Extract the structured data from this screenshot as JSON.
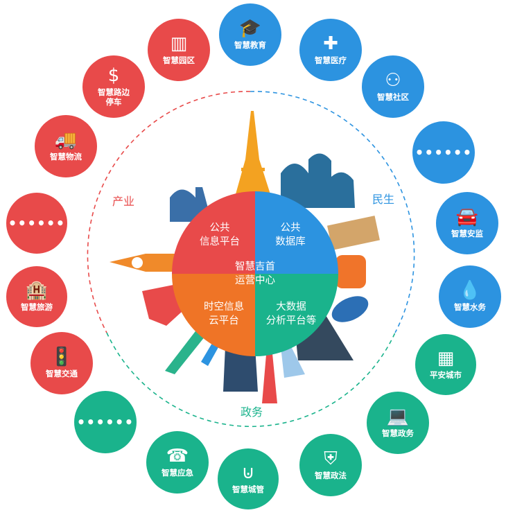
{
  "colors": {
    "industry": "#e84a4a",
    "livelihood": "#2c93e0",
    "government": "#1ab38c",
    "spatial": "#ef7426"
  },
  "sectors": {
    "industry": "产业",
    "livelihood": "民生",
    "government": "政务"
  },
  "center": {
    "quadrants": {
      "tl": "公共\n信息平台",
      "tr": "公共\n数据库",
      "bl": "时空信息\n云平台",
      "br": "大数据\n分析平台等"
    },
    "title": "智慧吉首\n运营中心"
  },
  "nodes": [
    {
      "label": "智慧园区",
      "icon": "building-icon",
      "glyph": "▥",
      "color": "red"
    },
    {
      "label": "智慧教育",
      "icon": "graduation-cap-icon",
      "glyph": "🎓",
      "color": "blue"
    },
    {
      "label": "智慧医疗",
      "icon": "medical-kit-icon",
      "glyph": "✚",
      "color": "blue"
    },
    {
      "label": "智慧社区",
      "icon": "community-network-icon",
      "glyph": "⚇",
      "color": "blue"
    },
    {
      "label": "••••••",
      "icon": "more-dots-icon",
      "glyph": "",
      "color": "blue"
    },
    {
      "label": "智慧安监",
      "icon": "car-camera-icon",
      "glyph": "🚘",
      "color": "blue"
    },
    {
      "label": "智慧水务",
      "icon": "water-drops-icon",
      "glyph": "💧",
      "color": "blue"
    },
    {
      "label": "平安城市",
      "icon": "city-buildings-icon",
      "glyph": "▦",
      "color": "green"
    },
    {
      "label": "智慧政务",
      "icon": "laptop-icon",
      "glyph": "💻",
      "color": "green"
    },
    {
      "label": "智慧政法",
      "icon": "fire-hydrant-icon",
      "glyph": "⛨",
      "color": "green"
    },
    {
      "label": "智慧城管",
      "icon": "city-management-icon",
      "glyph": "⊍",
      "color": "green"
    },
    {
      "label": "智慧应急",
      "icon": "phone-24-icon",
      "glyph": "☎",
      "color": "green"
    },
    {
      "label": "••••••",
      "icon": "more-dots-icon",
      "glyph": "",
      "color": "green"
    },
    {
      "label": "智慧交通",
      "icon": "traffic-light-icon",
      "glyph": "🚦",
      "color": "red"
    },
    {
      "label": "智慧旅游",
      "icon": "hotel-building-icon",
      "glyph": "🏨",
      "color": "red"
    },
    {
      "label": "••••••",
      "icon": "more-dots-icon",
      "glyph": "",
      "color": "red"
    },
    {
      "label": "智慧物流",
      "icon": "delivery-truck-icon",
      "glyph": "🚚",
      "color": "red"
    },
    {
      "label": "智慧路边\n停车",
      "icon": "dollar-coin-icon",
      "glyph": "$",
      "color": "red"
    }
  ]
}
